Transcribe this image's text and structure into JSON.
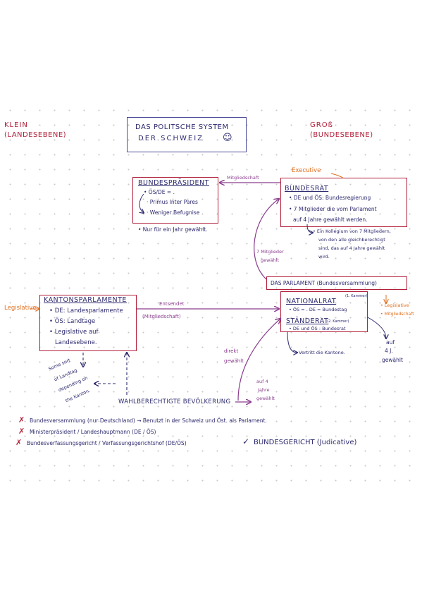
{
  "top": {
    "left_title": "KLEIN",
    "left_sub": "(LANDESEBENE)",
    "center_title_line1": "DAS POLITSCHE SYSTEM",
    "center_title_line2": "DER SCHWEIZ",
    "smiley": "☺",
    "right_title": "GROß",
    "right_sub": "(BUNDESEBENE)"
  },
  "bundespraesident": {
    "title": "BUNDESPRÄSIDENT",
    "line1": "• ÖS/DE = .",
    "line2": "· Primus Inter Pares",
    "line3": "· Weniger Befugnise",
    "note": "• Nur für ein Jahr gewählt."
  },
  "bundesrat": {
    "title": "BUNDESRAT",
    "line1": "• DE und ÖS: Bundesregierung",
    "line2": "• 7 Mitglieder die vom Parlament",
    "line3": "auf 4 Jahre gewählt werden.",
    "note1": "• Ein Kollegium von 7 Mitgliedern,",
    "note2": "von den alle gleichberechtigt",
    "note3": "sind, das auf 4 Jahre gewählt",
    "note4": "wird."
  },
  "labels": {
    "executive": "Executive",
    "mitgliedschaft": "Mitgliedschaft",
    "sieben_mitglieder_1": "7 Mitglieder",
    "sieben_mitglieder_2": "gewählt",
    "legislative_left": "Legislative",
    "entsendet": "Entsendet",
    "mitgliedschaft2": "(Mitgliedschaft)",
    "direkt_1": "direkt",
    "direkt_2": "gewählt",
    "auf4_1": "auf 4",
    "auf4_2": "Jahre",
    "auf4_3": "gewählt",
    "auf4j_1": "auf",
    "auf4j_2": "4 J.",
    "auf4j_3": "gewählt",
    "legislative_right_1": "• Legislative",
    "legislative_right_2": "• Mitgliedschaft"
  },
  "parlament": {
    "title": "DAS PARLAMENT (Bundesversammlung)",
    "nationalrat": "NATIONALRAT",
    "nationalrat_sup": "(1. Kammer)",
    "nr_line": "• ÖS = . DE = Bundestag",
    "staenderat": "STÄNDERAT",
    "staenderat_sup": "(2. Kammer)",
    "sr_line": "• DE und ÖS : Bundesrat",
    "note": "Vertritt die Kantone."
  },
  "kantonsparlamente": {
    "title": "KANTONSPARLAMENTE",
    "line1": "• DE: Landesparlamente",
    "line2": "• ÖS: Landtage",
    "line3": "• Legislative auf",
    "line4": "Landesebene."
  },
  "side_note": {
    "l1": "Some sort",
    "l2": "of Landtag",
    "l3": "depending on",
    "l4": "the Kanton."
  },
  "bevoelkerung": "WAHLBERECHTIGTE BEVÖLKERUNG",
  "bottom": {
    "x1": "Bundesversammlung (nur Deutschland) → Benutzt in der Schweiz und Öst. als Parlament.",
    "x2": "Ministerpräsident / Landeshauptmann (DE / ÖS)",
    "x3": "Bundesverfassungsgericht / Verfassungsgerichtshof (DE/ÖS)",
    "check": "BUNDESGERICHT (Judicative)",
    "x_mark": "✗",
    "check_mark": "✓"
  }
}
